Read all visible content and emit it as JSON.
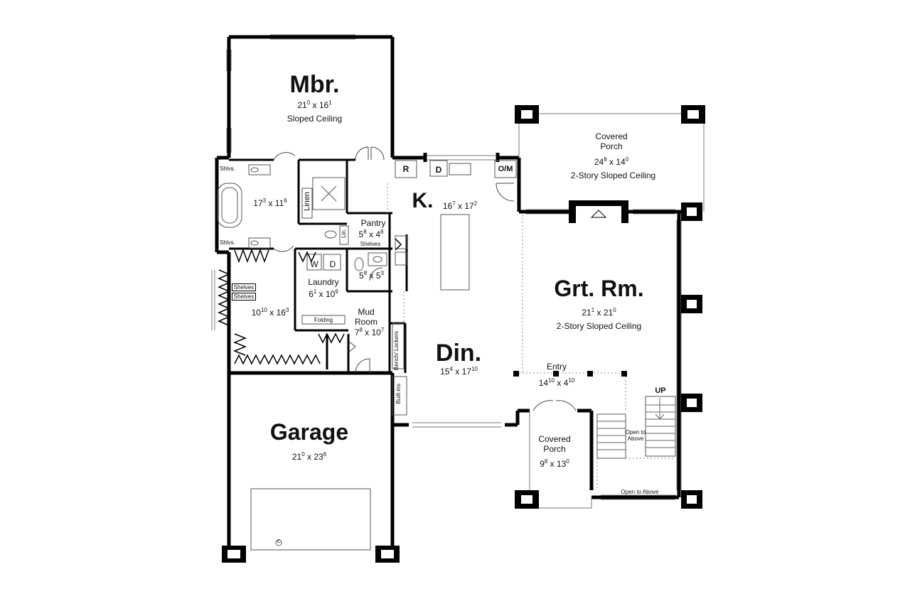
{
  "rooms": {
    "mbr": {
      "name": "Mbr.",
      "dim_a": "21",
      "sup_a": "0",
      "dim_b": "16",
      "sup_b": "1",
      "note": "Sloped Ceiling"
    },
    "mbath": {
      "dim_a": "17",
      "sup_a": "3",
      "dim_b": "11",
      "sup_b": "6"
    },
    "closet": {
      "dim_a": "10",
      "sup_a": "10",
      "dim_b": "16",
      "sup_b": "3"
    },
    "kitchen": {
      "name": "K.",
      "dim_a": "16",
      "sup_a": "7",
      "dim_b": "17",
      "sup_b": "2"
    },
    "pantry": {
      "name": "Pantry",
      "dim_a": "5",
      "sup_a": "8",
      "dim_b": "4",
      "sup_b": "8",
      "shelves": "Shelves"
    },
    "laundry": {
      "name": "Laundry",
      "dim_a": "6",
      "sup_a": "1",
      "dim_b": "10",
      "sup_b": "9",
      "washer": "W",
      "dryer": "D"
    },
    "bath": {
      "dim_a": "5",
      "sup_a": "8",
      "dim_b": "5",
      "sup_b": "3"
    },
    "mudroom": {
      "name_1": "Mud",
      "name_2": "Room",
      "dim_a": "7",
      "sup_a": "8",
      "dim_b": "10",
      "sup_b": "7"
    },
    "dining": {
      "name": "Din.",
      "dim_a": "15",
      "sup_a": "4",
      "dim_b": "17",
      "sup_b": "10"
    },
    "great_room": {
      "name": "Grt. Rm.",
      "dim_a": "21",
      "sup_a": "1",
      "dim_b": "21",
      "sup_b": "0",
      "note": "2-Story Sloped Ceiling"
    },
    "rear_porch": {
      "name_1": "Covered",
      "name_2": "Porch",
      "dim_a": "24",
      "sup_a": "8",
      "dim_b": "14",
      "sup_b": "0",
      "note": "2-Story Sloped Ceiling"
    },
    "entry": {
      "name": "Entry",
      "dim_a": "14",
      "sup_a": "10",
      "dim_b": "4",
      "sup_b": "10"
    },
    "front_porch": {
      "name_1": "Covered",
      "name_2": "Porch",
      "dim_a": "9",
      "sup_a": "8",
      "dim_b": "13",
      "sup_b": "0"
    },
    "garage": {
      "name": "Garage",
      "dim_a": "21",
      "sup_a": "0",
      "dim_b": "23",
      "sup_b": "6"
    }
  },
  "fixtures": {
    "shelves_top": "Shlvs.",
    "shelves_bottom": "Shlvs.",
    "linen": "Linen",
    "lin": "Lin.",
    "closet_shelves_1": "Shelves",
    "closet_shelves_2": "Shelves",
    "folding": "Folding",
    "bench_lockers": "Bench/ Lockers",
    "built_ins": "Built-ins",
    "fridge": "R",
    "dishwasher": "D",
    "oven_micro": "O/M",
    "stair_up": "UP",
    "open_to_above_1": "Open to Above",
    "open_to_above_2": "Open to Above",
    "garage_symbol": "C"
  }
}
